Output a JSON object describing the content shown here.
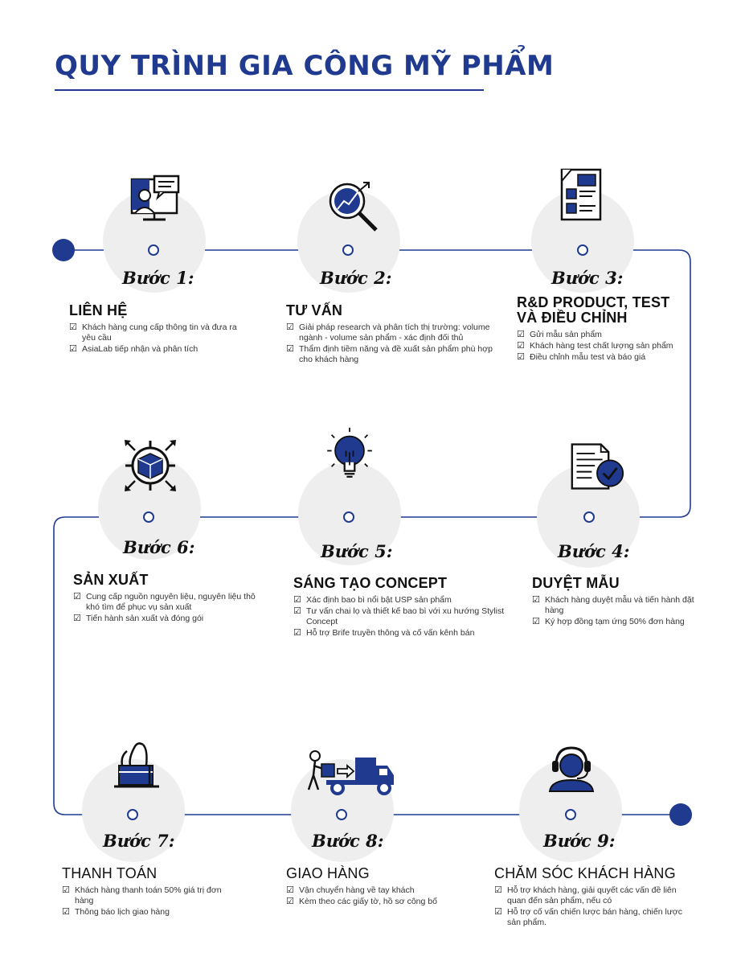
{
  "title": "QUY TRÌNH GIA CÔNG MỸ PHẨM",
  "colors": {
    "accent": "#1f3a8f",
    "circle_bg": "#eeeeee",
    "text": "#1a1a1a"
  },
  "steps": [
    {
      "label": "Bước 1:",
      "title": "LIÊN HỆ",
      "icon": "presentation-chat-icon",
      "items": [
        "Khách hàng cung cấp thông tin và đưa ra yêu cầu",
        "AsiaLab tiếp nhận và phân tích"
      ]
    },
    {
      "label": "Bước 2:",
      "title": "TƯ VẤN",
      "icon": "magnifier-chart-icon",
      "items": [
        "Giải pháp research và phân tích thị trường: volume ngành - volume sản phẩm - xác định đối thủ",
        "Thẩm định tiềm năng và đề xuất sản phẩm phù hợp cho khách hàng"
      ]
    },
    {
      "label": "Bước 3:",
      "title": "R&D PRODUCT, TEST VÀ ĐIỀU CHỈNH",
      "icon": "document-report-icon",
      "items": [
        "Gửi mẫu sản phẩm",
        "Khách hàng test chất lượng sản phẩm",
        "Điều chỉnh mẫu test và báo giá"
      ]
    },
    {
      "label": "Bước 4:",
      "title": "DUYỆT MẪU",
      "icon": "document-check-icon",
      "items": [
        "Khách hàng duyệt mẫu và tiến hành đặt hàng",
        "Ký hợp đồng tạm ứng 50% đơn hàng"
      ]
    },
    {
      "label": "Bước 5:",
      "title": "SÁNG TẠO CONCEPT",
      "icon": "lightbulb-icon",
      "items": [
        "Xác định bao bì nổi bật USP sản phẩm",
        "Tư vấn chai lọ và thiết kế bao bì với xu hướng Stylist Concept",
        "Hỗ trợ Brife truyền thông và cố vấn kênh bán"
      ]
    },
    {
      "label": "Bước 6:",
      "title": "SẢN XUẤT",
      "icon": "box-target-icon",
      "items": [
        "Cung cấp nguồn nguyên liệu, nguyên liệu thô khó tìm để phục vụ sản xuất",
        "Tiến hành sản xuất và đóng gói"
      ]
    },
    {
      "label": "Bước 7:",
      "title": "THANH TOÁN",
      "icon": "card-payment-icon",
      "items": [
        "Khách hàng thanh toán 50% giá trị đơn hàng",
        "Thông báo lịch giao hàng"
      ]
    },
    {
      "label": "Bước 8:",
      "title": "GIAO HÀNG",
      "icon": "delivery-truck-icon",
      "items": [
        "Vận chuyển hàng về tay khách",
        "Kèm theo các giấy tờ, hồ sơ công bố"
      ]
    },
    {
      "label": "Bước 9:",
      "title": "CHĂM SÓC KHÁCH HÀNG",
      "icon": "headset-support-icon",
      "items": [
        "Hỗ trợ khách hàng, giải quyết các vấn đề liên quan đến sản phẩm, nếu có",
        "Hỗ trợ cố vấn chiến lược bán hàng, chiến lược sản phẩm."
      ]
    }
  ]
}
